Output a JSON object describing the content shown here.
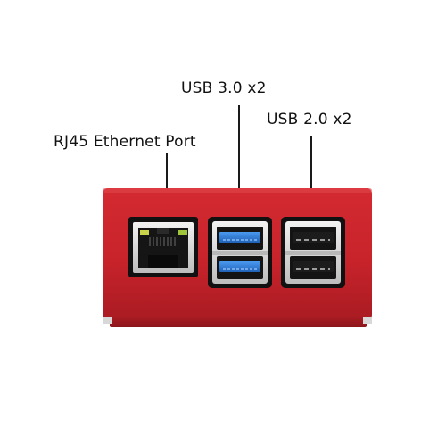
{
  "labels": {
    "rj45": "RJ45 Ethernet Port",
    "usb3": "USB 3.0 x2",
    "usb2": "USB 2.0 x2"
  },
  "colors": {
    "case_red": "#c8232b",
    "case_dark_red": "#9e1a20",
    "usb3_blue": "#2f7fd6",
    "port_metal": "#d9d9d9",
    "leader_line": "#1a1a1a"
  }
}
